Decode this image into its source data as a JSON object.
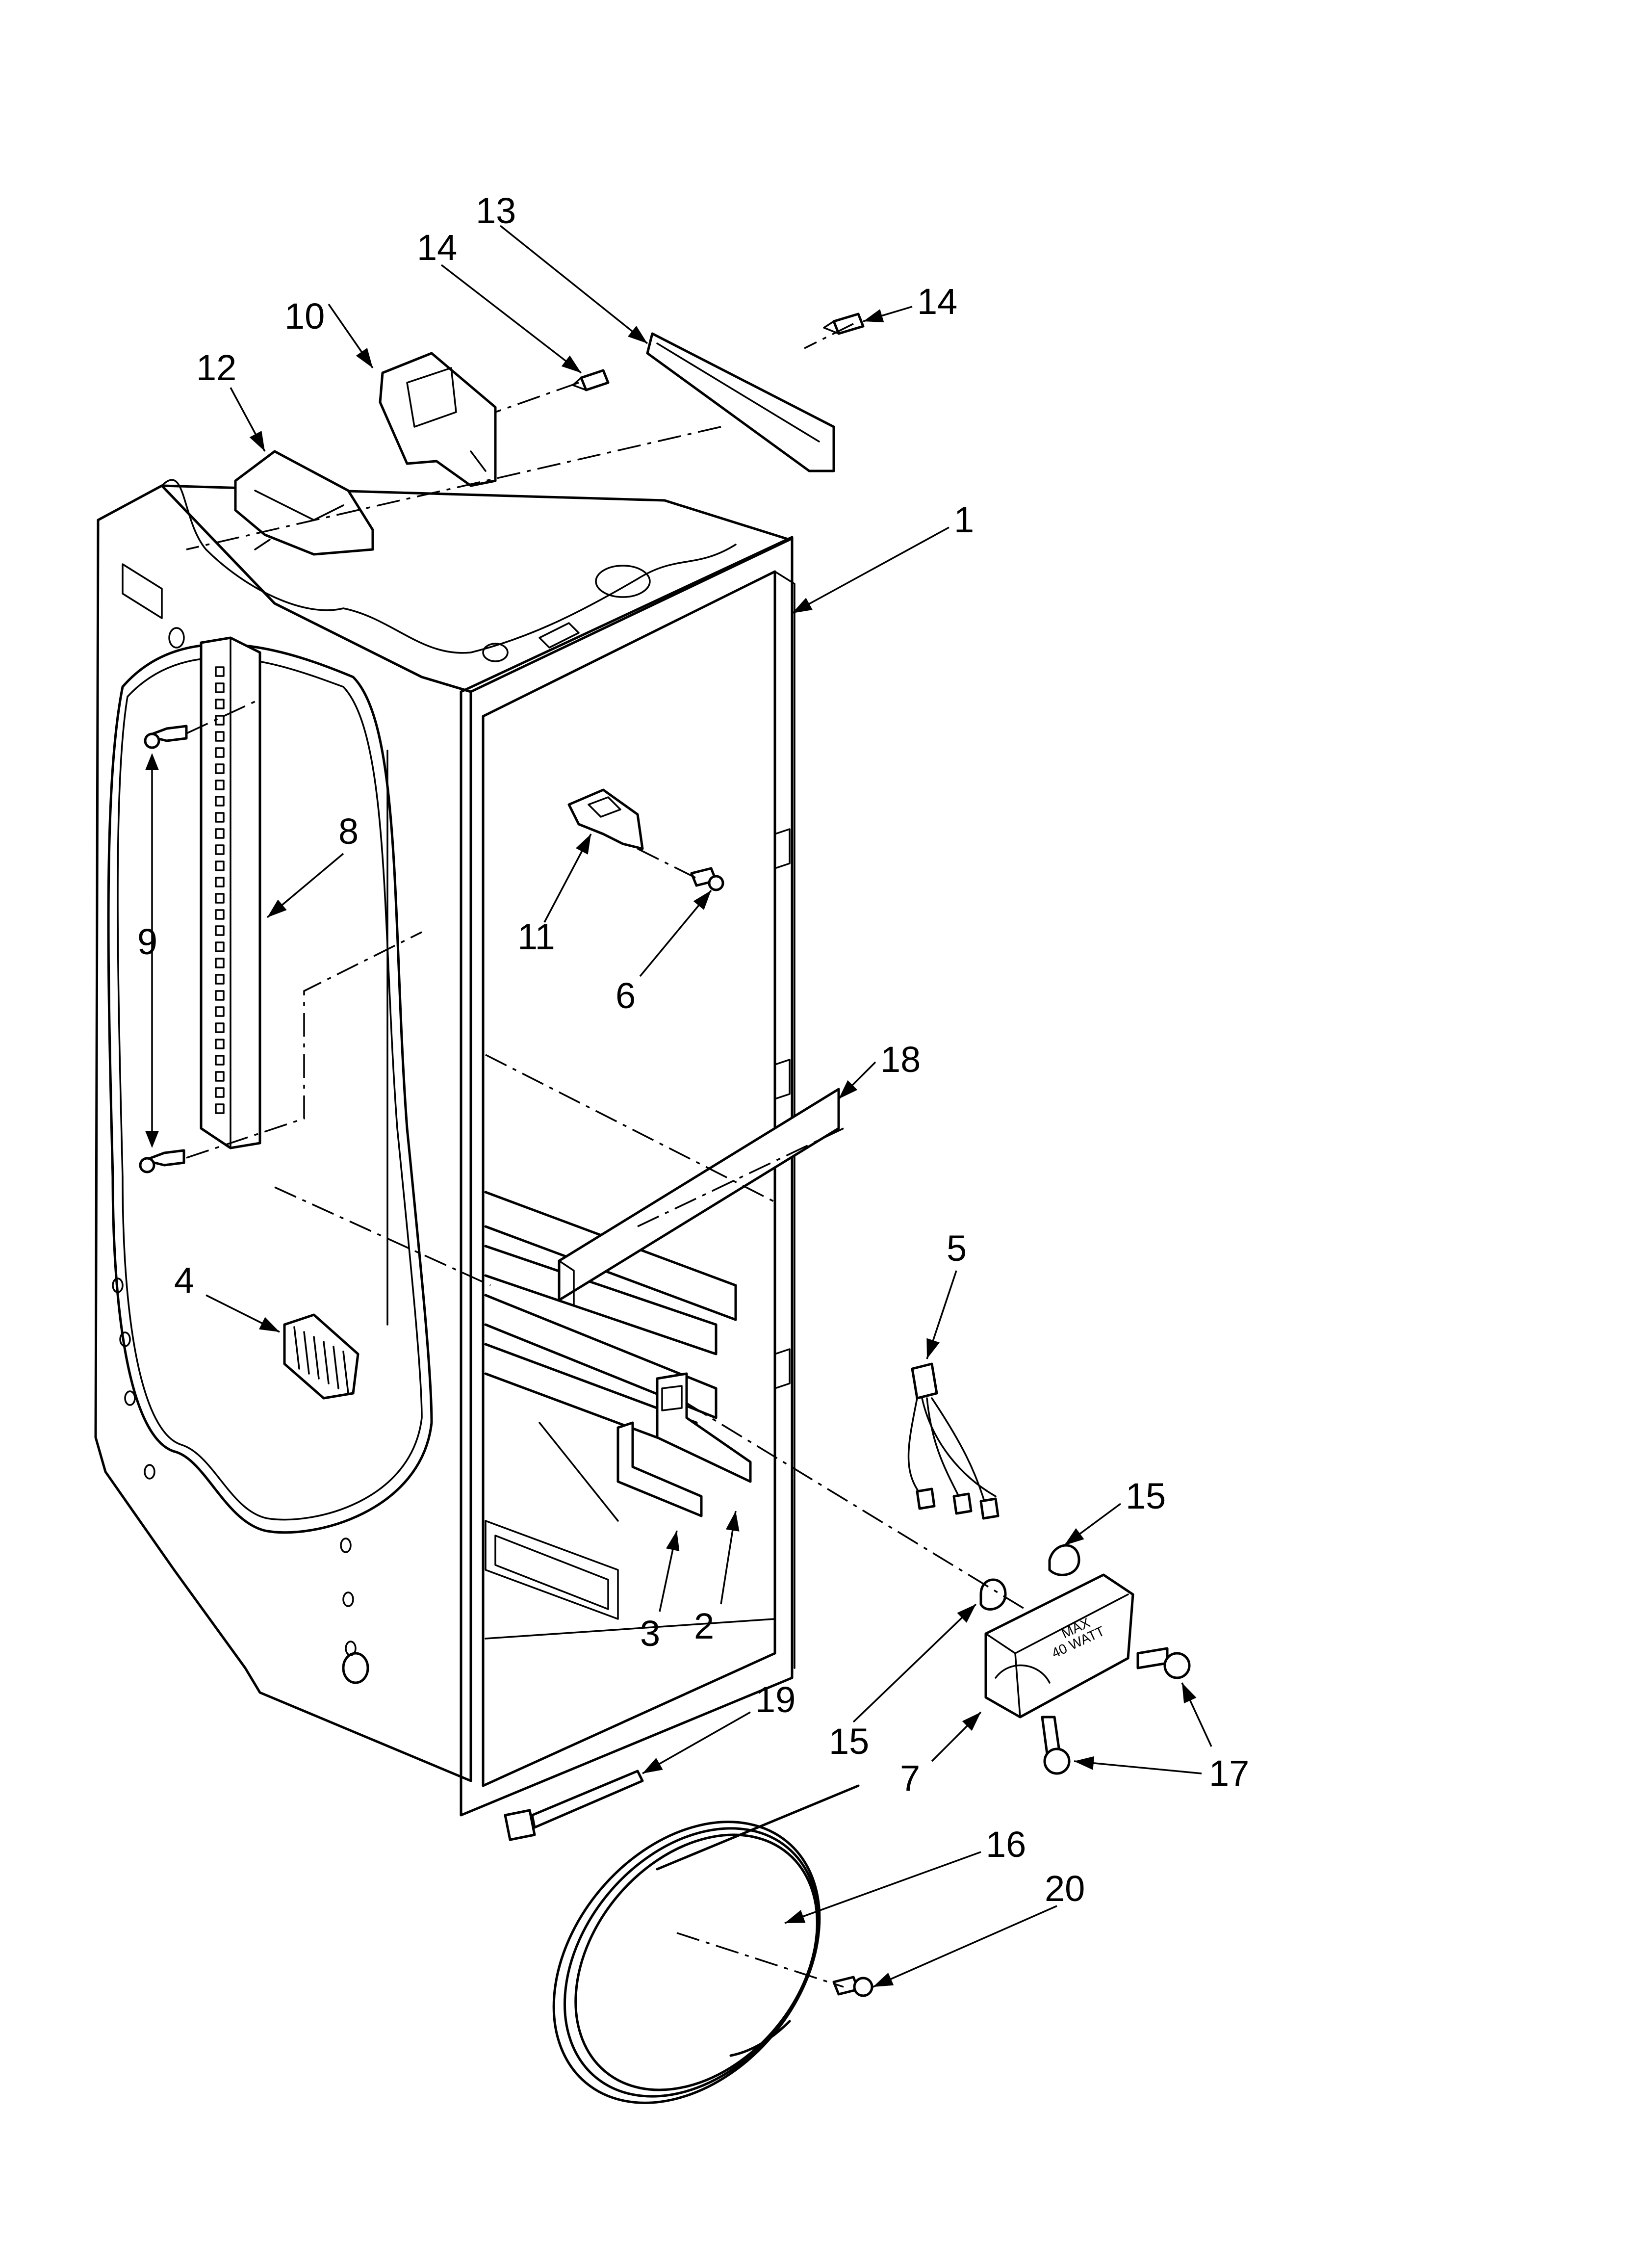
{
  "callouts": [
    {
      "id": "c1",
      "label": "1"
    },
    {
      "id": "c2",
      "label": "2"
    },
    {
      "id": "c3",
      "label": "3"
    },
    {
      "id": "c4",
      "label": "4"
    },
    {
      "id": "c5",
      "label": "5"
    },
    {
      "id": "c6",
      "label": "6"
    },
    {
      "id": "c7",
      "label": "7"
    },
    {
      "id": "c8",
      "label": "8"
    },
    {
      "id": "c9",
      "label": "9"
    },
    {
      "id": "c10",
      "label": "10"
    },
    {
      "id": "c11",
      "label": "11"
    },
    {
      "id": "c12",
      "label": "12"
    },
    {
      "id": "c13",
      "label": "13"
    },
    {
      "id": "c14a",
      "label": "14"
    },
    {
      "id": "c14b",
      "label": "14"
    },
    {
      "id": "c15a",
      "label": "15"
    },
    {
      "id": "c15b",
      "label": "15"
    },
    {
      "id": "c16",
      "label": "16"
    },
    {
      "id": "c17",
      "label": "17"
    },
    {
      "id": "c18",
      "label": "18"
    },
    {
      "id": "c19",
      "label": "19"
    },
    {
      "id": "c20",
      "label": "20"
    }
  ],
  "light_housing_decal": {
    "line1": "MAX",
    "line2": "40 WATT"
  }
}
